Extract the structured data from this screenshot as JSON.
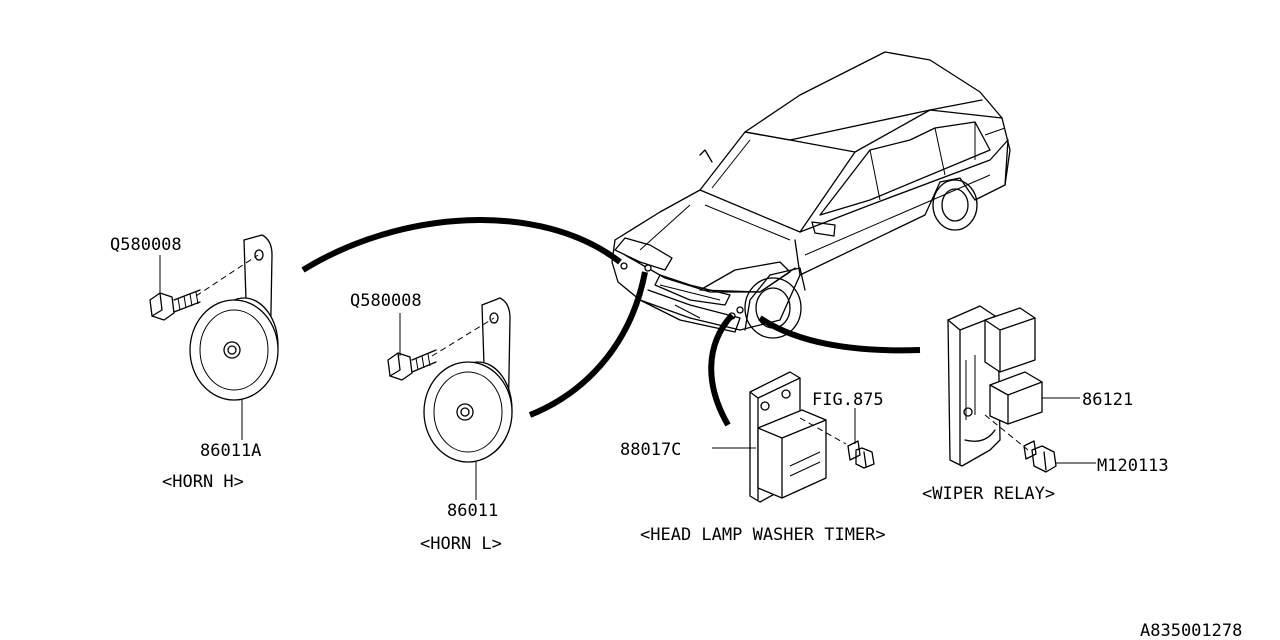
{
  "labels": {
    "horn_h_bolt": "Q580008",
    "horn_h_part": "86011A",
    "horn_h_caption": "<HORN H>",
    "horn_l_bolt": "Q580008",
    "horn_l_part": "86011",
    "horn_l_caption": "<HORN L>",
    "timer_ref": "FIG.875",
    "timer_part": "88017C",
    "timer_caption": "<HEAD LAMP WASHER TIMER>",
    "relay_part": "86121",
    "relay_bolt": "M120113",
    "relay_caption": "<WIPER RELAY>",
    "diagram_code": "A835001278"
  }
}
